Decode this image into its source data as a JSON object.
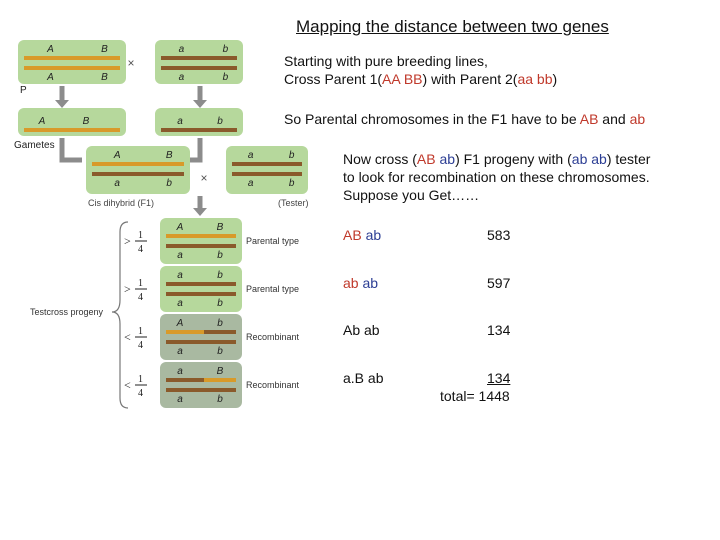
{
  "title": "Mapping the distance between two genes",
  "intro": {
    "line1": "Starting with pure breeding lines,",
    "line2_prefix": "Cross Parent 1(",
    "line2_p1": "AA BB",
    "line2_mid": ") with Parent 2(",
    "line2_p2": "aa bb",
    "line2_suffix": ")"
  },
  "f1_text": {
    "prefix": "So Parental chromosomes in the F1 have to be ",
    "ab_upper": "AB",
    "and": " and ",
    "ab_lower": "ab"
  },
  "testcross_text": {
    "line1_prefix": "Now cross (",
    "line1_red": "AB",
    "line1_space": " ",
    "line1_blue": "ab",
    "line1_mid": ") F1 progeny with (",
    "line1_blue2": "ab ab",
    "line1_suffix": ") tester",
    "line2": "to look for recombination on these chromosomes.",
    "line3": "Suppose you Get……"
  },
  "results": [
    {
      "genotype_a": "AB",
      "genotype_b": "ab",
      "count": "583"
    },
    {
      "genotype_a": "ab",
      "genotype_b": "ab",
      "count": "597"
    },
    {
      "genotype_a": "Ab",
      "genotype_b": "ab",
      "count": "134"
    },
    {
      "genotype_a": "a.B",
      "genotype_b": "ab",
      "count": "134"
    }
  ],
  "total": {
    "label": "total=",
    "value": "1448"
  },
  "figure": {
    "P_label": "P",
    "gametes_label": "Gametes",
    "cross_symbol": "×",
    "f1_label": "Cis dihybrid (F",
    "f1_sub": "1",
    "f1_close": ")",
    "tester_label": "(Tester)",
    "testcross_label": "Testcross progeny",
    "progeny_types": [
      "Parental type",
      "Parental type",
      "Recombinant",
      "Recombinant"
    ],
    "freq_signs": [
      ">",
      ">",
      "<",
      "<"
    ],
    "freq_num": "1",
    "freq_den": "4",
    "alleles": {
      "A": "A",
      "B": "B",
      "a": "a",
      "b": "b"
    }
  },
  "colors": {
    "box_green": "#b6d89c",
    "box_grey": "#a9b9a1",
    "bar_dominant": "#d89a2a",
    "bar_recessive": "#8a5a2b",
    "bar_light": "#e4c37a",
    "arrow": "#8c8c8c",
    "red_text": "#c0392b",
    "blue_text": "#2c3e94"
  }
}
